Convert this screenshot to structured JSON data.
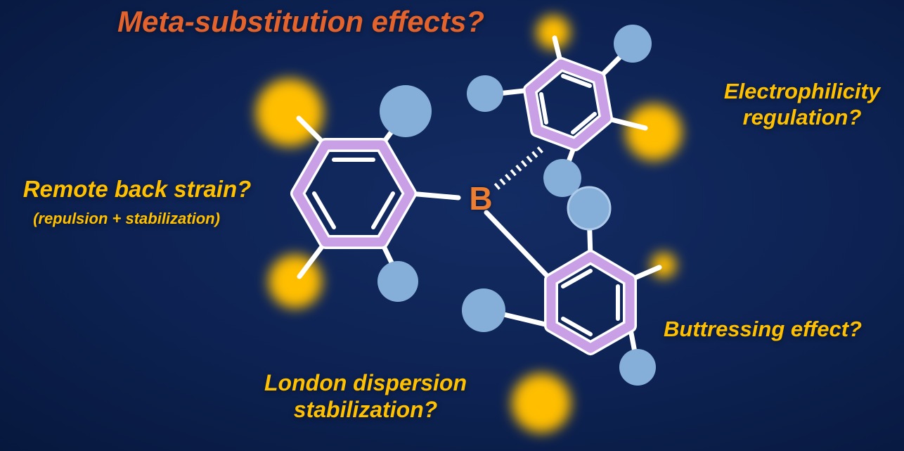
{
  "labels": {
    "meta_substitution": "Meta-substitution effects?",
    "electrophilicity": [
      "Electrophilicity",
      "regulation?"
    ],
    "remote_back_strain": "Remote back strain?",
    "remote_back_strain_sub": "(repulsion + stabilization)",
    "buttressing": "Buttressing effect?",
    "london_dispersion": [
      "London dispersion",
      "stabilization?"
    ]
  },
  "molecule": {
    "central_atom": "B",
    "description": "triarylborane with three substituted aryl rings",
    "ring_count": 3,
    "blue_substituent_count": 8,
    "yellow_blob_count": 6
  },
  "colors": {
    "background": "#0d2252",
    "background_center": "#132c63",
    "background_edge": "#07183d",
    "title_orange": "#e4632c",
    "label_yellow": "#ffc000",
    "ring_purple": "#c9a0e6",
    "bond_white": "#ffffff",
    "substituent_blue": "#85afd8",
    "blob_yellow": "#ffbe00",
    "boron_orange": "#ed7d31"
  }
}
